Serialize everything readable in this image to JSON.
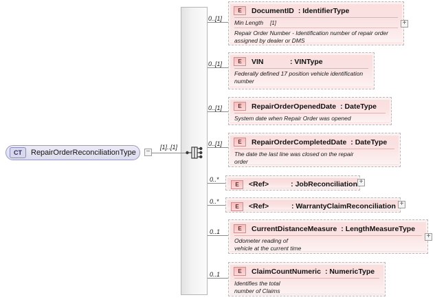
{
  "root": {
    "badge": "CT",
    "label": "RepairOrderReconciliationType",
    "occurrence": "[1]..[1]",
    "collapse_toggle": "−"
  },
  "compositor": {
    "kind": "sequence-compositor"
  },
  "expand_toggle": "+",
  "elements": [
    {
      "badge": "E",
      "name": "DocumentID",
      "type": ": IdentifierType",
      "occurrence": "0..[1]",
      "facet": "Min Length",
      "facet_count": "[1]",
      "description": "Repair Order Number - Identification number of repair order\nassigned by dealer or DMS",
      "has_expander": true,
      "style": "dashed"
    },
    {
      "badge": "E",
      "name": "VIN",
      "type": ": VINType",
      "occurrence": "0..[1]",
      "facet": "",
      "facet_count": "",
      "description": "Federally defined 17 position vehicle identification\nnumber",
      "has_expander": false,
      "style": "dashed"
    },
    {
      "badge": "E",
      "name": "RepairOrderOpenedDate",
      "type": ": DateType",
      "occurrence": "0..[1]",
      "facet": "",
      "facet_count": "",
      "description": "System date when Repair Order was opened",
      "has_expander": false,
      "style": "dashed"
    },
    {
      "badge": "E",
      "name": "RepairOrderCompletedDate",
      "type": ": DateType",
      "occurrence": "0..[1]",
      "facet": "",
      "facet_count": "",
      "description": "The date the last line was closed on the repair\norder",
      "has_expander": false,
      "style": "dashed"
    },
    {
      "badge": "E",
      "name": "<Ref>",
      "type": ": JobReconciliation",
      "occurrence": "0..*",
      "facet": "",
      "facet_count": "",
      "description": "",
      "has_expander": true,
      "style": "solid"
    },
    {
      "badge": "E",
      "name": "<Ref>",
      "type": ": WarrantyClaimReconciliation",
      "occurrence": "0..*",
      "facet": "",
      "facet_count": "",
      "description": "",
      "has_expander": true,
      "style": "solid"
    },
    {
      "badge": "E",
      "name": "CurrentDistanceMeasure",
      "type": ": LengthMeasureType",
      "occurrence": "0..1",
      "facet": "",
      "facet_count": "",
      "description": "Odometer reading of\nvehicle at the current time",
      "has_expander": true,
      "style": "dashed"
    },
    {
      "badge": "E",
      "name": "ClaimCountNumeric",
      "type": ": NumericType",
      "occurrence": "0..1",
      "facet": "",
      "facet_count": "",
      "description": "Identifies the total\nnumber of Claims",
      "has_expander": false,
      "style": "dashed"
    }
  ],
  "colors": {
    "element_fill": "#fbdede",
    "element_border": "#b9b9b9",
    "badge_fill": "#f6bdbd",
    "ct_fill": "#e3e3f3",
    "ct_border": "#9a99c4",
    "line": "#8a8a8a"
  }
}
